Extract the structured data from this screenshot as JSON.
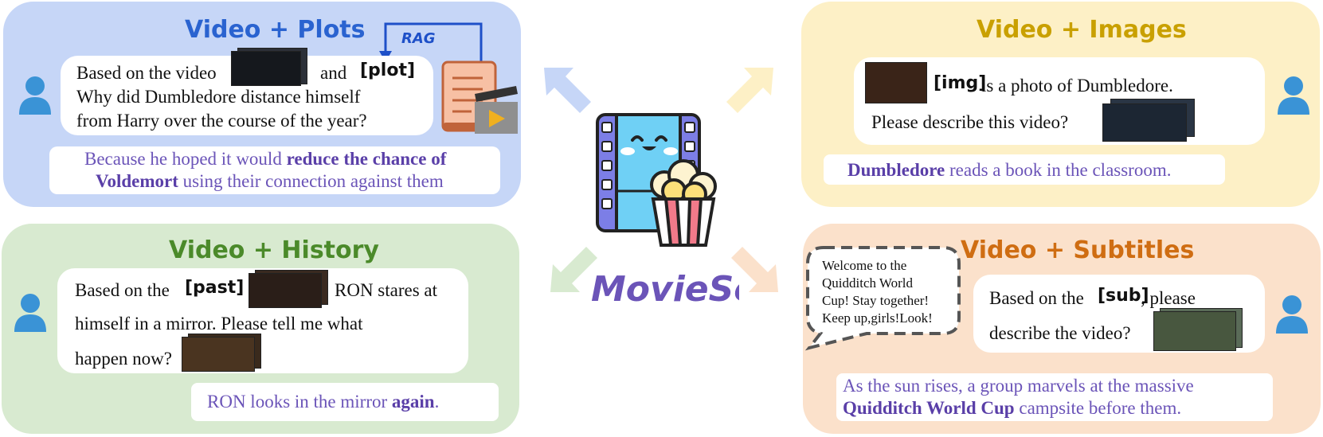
{
  "plots": {
    "title": "Video + Plots",
    "rag_label": "RAG",
    "q_line1_pre": "Based on the video",
    "q_line1_mid": "and",
    "q_tag": "[plot]",
    "q_line2": "Why did Dumbledore distance himself",
    "q_line3": "from Harry over the course of the year?",
    "a_line1_pre": "Because he hoped it would ",
    "a_line1_bold": "reduce the chance of",
    "a_line2_bold": "Voldemort",
    "a_line2_rest": " using their connection against them"
  },
  "images": {
    "title": "Video + Images",
    "q_tag": "[img]",
    "q_line1_rest": " is a photo of Dumbledore.",
    "q_line2": "Please describe this video?",
    "a_bold": "Dumbledore",
    "a_rest": " reads a book in the classroom."
  },
  "history": {
    "title": "Video + History",
    "q_line1_pre": "Based on the ",
    "q_tag": "[past]",
    "q_line1_rest": "RON stares at",
    "q_line2": "himself in a mirror. Please tell me what",
    "q_line3": "happen now?",
    "a_pre": "RON looks in the mirror ",
    "a_bold": "again",
    "a_post": "."
  },
  "subtitles": {
    "title": "Video + Subtitles",
    "speech_line1": "Welcome to the",
    "speech_line2": "Quidditch World",
    "speech_line3": "Cup! Stay together!",
    "speech_line4": "Keep up,girls!Look!",
    "q_line1_pre": "Based on the ",
    "q_tag": "[sub]",
    "q_line1_rest": ", please",
    "q_line2": "describe the video?",
    "a_line1": "As the sun rises, a group marvels at the massive",
    "a_line2_bold": "Quidditch World Cup",
    "a_line2_rest": " campsite before them."
  },
  "center": {
    "logo_text": "MovieSeq"
  },
  "colors": {
    "plots_bg": "#c6d6f7",
    "images_bg": "#fdf0c6",
    "history_bg": "#d8ead0",
    "subs_bg": "#fbe1cb",
    "plots_title": "#2a63d0",
    "images_title": "#c9a000",
    "history_title": "#4b8a2a",
    "subs_title": "#cf6d12",
    "answer": "#6b54b8",
    "user_icon": "#3a93d6"
  }
}
